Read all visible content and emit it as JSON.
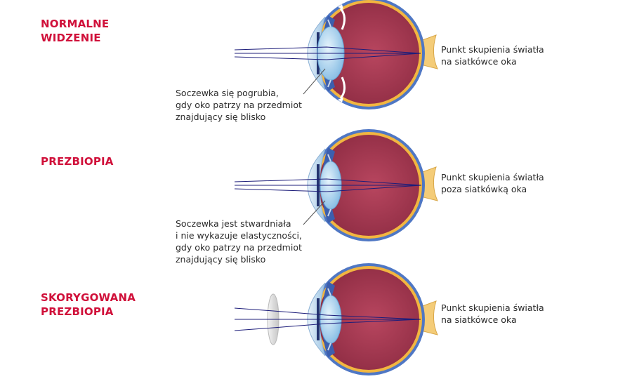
{
  "sections": [
    {
      "title_lines": [
        "NORMALNE",
        "WIDZENIE"
      ],
      "result_lines": [
        "Punkt skupienia światła",
        "na siatkówce oka"
      ],
      "lens_note_lines": [
        "Soczewka się pogrubia,",
        "gdy oko patrzy na przedmiot",
        "znajdujący się blisko"
      ],
      "focus": "on-retina",
      "lens_state": "thickened",
      "corrective_lens": false
    },
    {
      "title_lines": [
        "PREZBIOPIA"
      ],
      "result_lines": [
        "Punkt skupienia światła",
        "poza siatkówką oka"
      ],
      "lens_note_lines": [
        "Soczewka jest stwardniała",
        "i nie wykazuje elastyczności,",
        "gdy oko patrzy na przedmiot",
        "znajdujący się blisko"
      ],
      "focus": "behind-retina",
      "lens_state": "rigid",
      "corrective_lens": false
    },
    {
      "title_lines": [
        "SKORYGOWANA",
        "PREZBIOPIA"
      ],
      "result_lines": [
        "Punkt skupienia światła",
        "na siatkówce oka"
      ],
      "lens_note_lines": [],
      "focus": "on-retina",
      "lens_state": "rigid",
      "corrective_lens": true
    }
  ],
  "colors": {
    "heading": "#d0103a",
    "eye_interior": "#a83a52",
    "retina": "#f2b640",
    "sclera": "#4f77c4",
    "cornea": "#cfe4f3",
    "lens": "#8fc6ea",
    "light_rays": "#1d1d7a",
    "optic_nerve": "#f4cc78"
  }
}
